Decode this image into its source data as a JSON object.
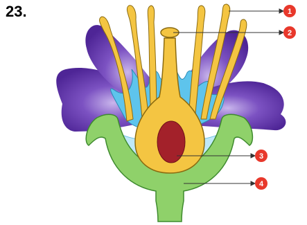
{
  "question": {
    "number": "23."
  },
  "diagram": {
    "colors": {
      "petal": "#5B2C9E",
      "petal_light": "#A88FD6",
      "sepal": "#8FD16A",
      "sepal_outline": "#3E8A2E",
      "stamen": "#F4C542",
      "stamen_outline": "#8A6A10",
      "inner_petal": "#5EC4EC",
      "ovary_fill": "#F4C542",
      "ovule": "#A3212A",
      "callout": "#E8382B"
    },
    "callouts": [
      {
        "label": "1"
      },
      {
        "label": "2"
      },
      {
        "label": "3"
      },
      {
        "label": "4"
      }
    ]
  }
}
